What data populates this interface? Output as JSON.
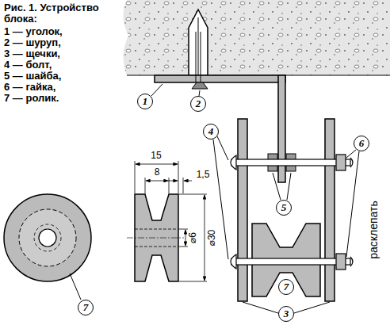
{
  "diagram": {
    "title": "Рис. 1. Устройство блока:",
    "nodes": [
      {
        "text": [
          "1"
        ]
      },
      {
        "text": [
          "2"
        ]
      },
      {
        "text": [
          "4"
        ]
      },
      {
        "text": [
          "5"
        ]
      },
      {
        "text": [
          "6"
        ]
      },
      {
        "text": [
          "7"
        ]
      },
      {
        "text": [
          "3"
        ]
      },
      {
        "text": [
          "7"
        ]
      }
    ],
    "labels": [
      "1 — уголок,",
      "2 — шуруп,",
      "3 — щечки,",
      "4 — болт,",
      "5 — шайба,",
      "6 — гайка,",
      "7 — ролик.",
      "15",
      "8",
      "1,5",
      "⌀6",
      "⌀30",
      "расклепать"
    ]
  }
}
